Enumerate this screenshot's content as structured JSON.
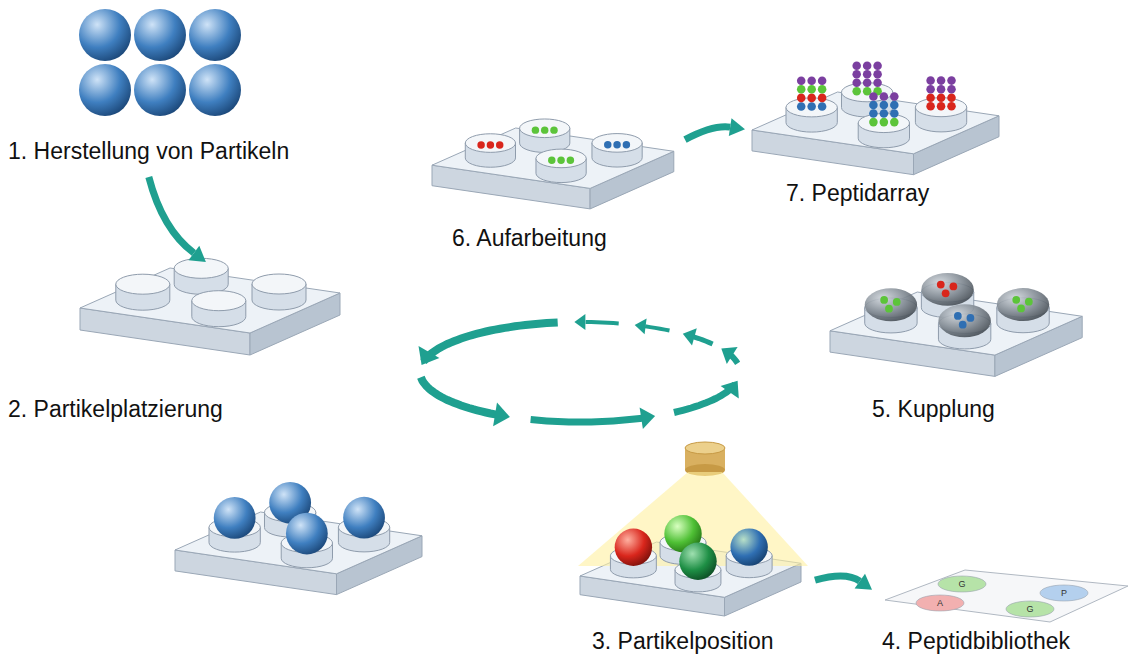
{
  "diagram": {
    "nodes": [
      {
        "text": [
          "1. Herstellung von Partikeln"
        ]
      },
      {
        "text": [
          "2. Partikelplatzierung"
        ]
      },
      {
        "text": [
          "3. Partikelposition"
        ]
      },
      {
        "text": [
          "4. Peptidbibliothek"
        ]
      },
      {
        "text": [
          "5. Kupplung"
        ]
      },
      {
        "text": [
          "6. Aufarbeitung"
        ]
      },
      {
        "text": [
          "7. Peptidarray"
        ]
      }
    ],
    "edges": [
      {
        "from": 0,
        "to": 1,
        "arrow": "to"
      },
      {
        "from": 2,
        "to": 3,
        "arrow": "to"
      },
      {
        "from": 5,
        "to": 6,
        "arrow": "to"
      }
    ],
    "labels": [
      "G",
      "P",
      "A",
      "G"
    ]
  }
}
